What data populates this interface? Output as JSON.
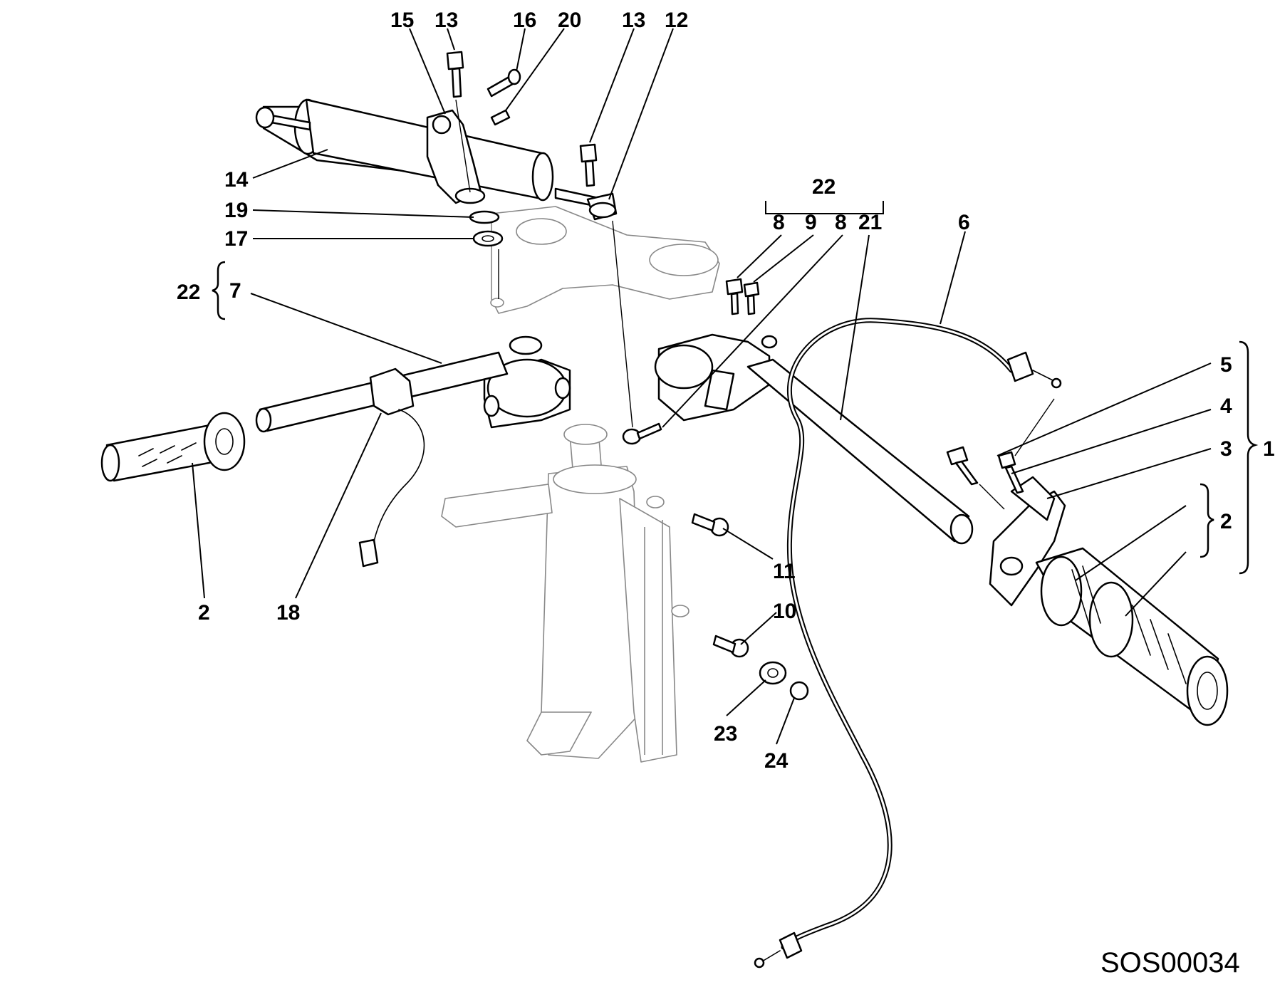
{
  "diagram": {
    "code": "SOS00034",
    "callouts": [
      {
        "id": "c15",
        "text": "15"
      },
      {
        "id": "c13a",
        "text": "13"
      },
      {
        "id": "c16",
        "text": "16"
      },
      {
        "id": "c20",
        "text": "20"
      },
      {
        "id": "c13b",
        "text": "13"
      },
      {
        "id": "c12",
        "text": "12"
      },
      {
        "id": "c14",
        "text": "14"
      },
      {
        "id": "c19",
        "text": "19"
      },
      {
        "id": "c17",
        "text": "17"
      },
      {
        "id": "c22a",
        "text": "22"
      },
      {
        "id": "c7",
        "text": "7"
      },
      {
        "id": "c22b",
        "text": "22"
      },
      {
        "id": "c8a",
        "text": "8"
      },
      {
        "id": "c9",
        "text": "9"
      },
      {
        "id": "c8b",
        "text": "8"
      },
      {
        "id": "c21",
        "text": "21"
      },
      {
        "id": "c6",
        "text": "6"
      },
      {
        "id": "c5",
        "text": "5"
      },
      {
        "id": "c4",
        "text": "4"
      },
      {
        "id": "c3",
        "text": "3"
      },
      {
        "id": "c1",
        "text": "1"
      },
      {
        "id": "c2r",
        "text": "2"
      },
      {
        "id": "c2l",
        "text": "2"
      },
      {
        "id": "c18",
        "text": "18"
      },
      {
        "id": "c11",
        "text": "11"
      },
      {
        "id": "c10",
        "text": "10"
      },
      {
        "id": "c23",
        "text": "23"
      },
      {
        "id": "c24",
        "text": "24"
      }
    ]
  }
}
